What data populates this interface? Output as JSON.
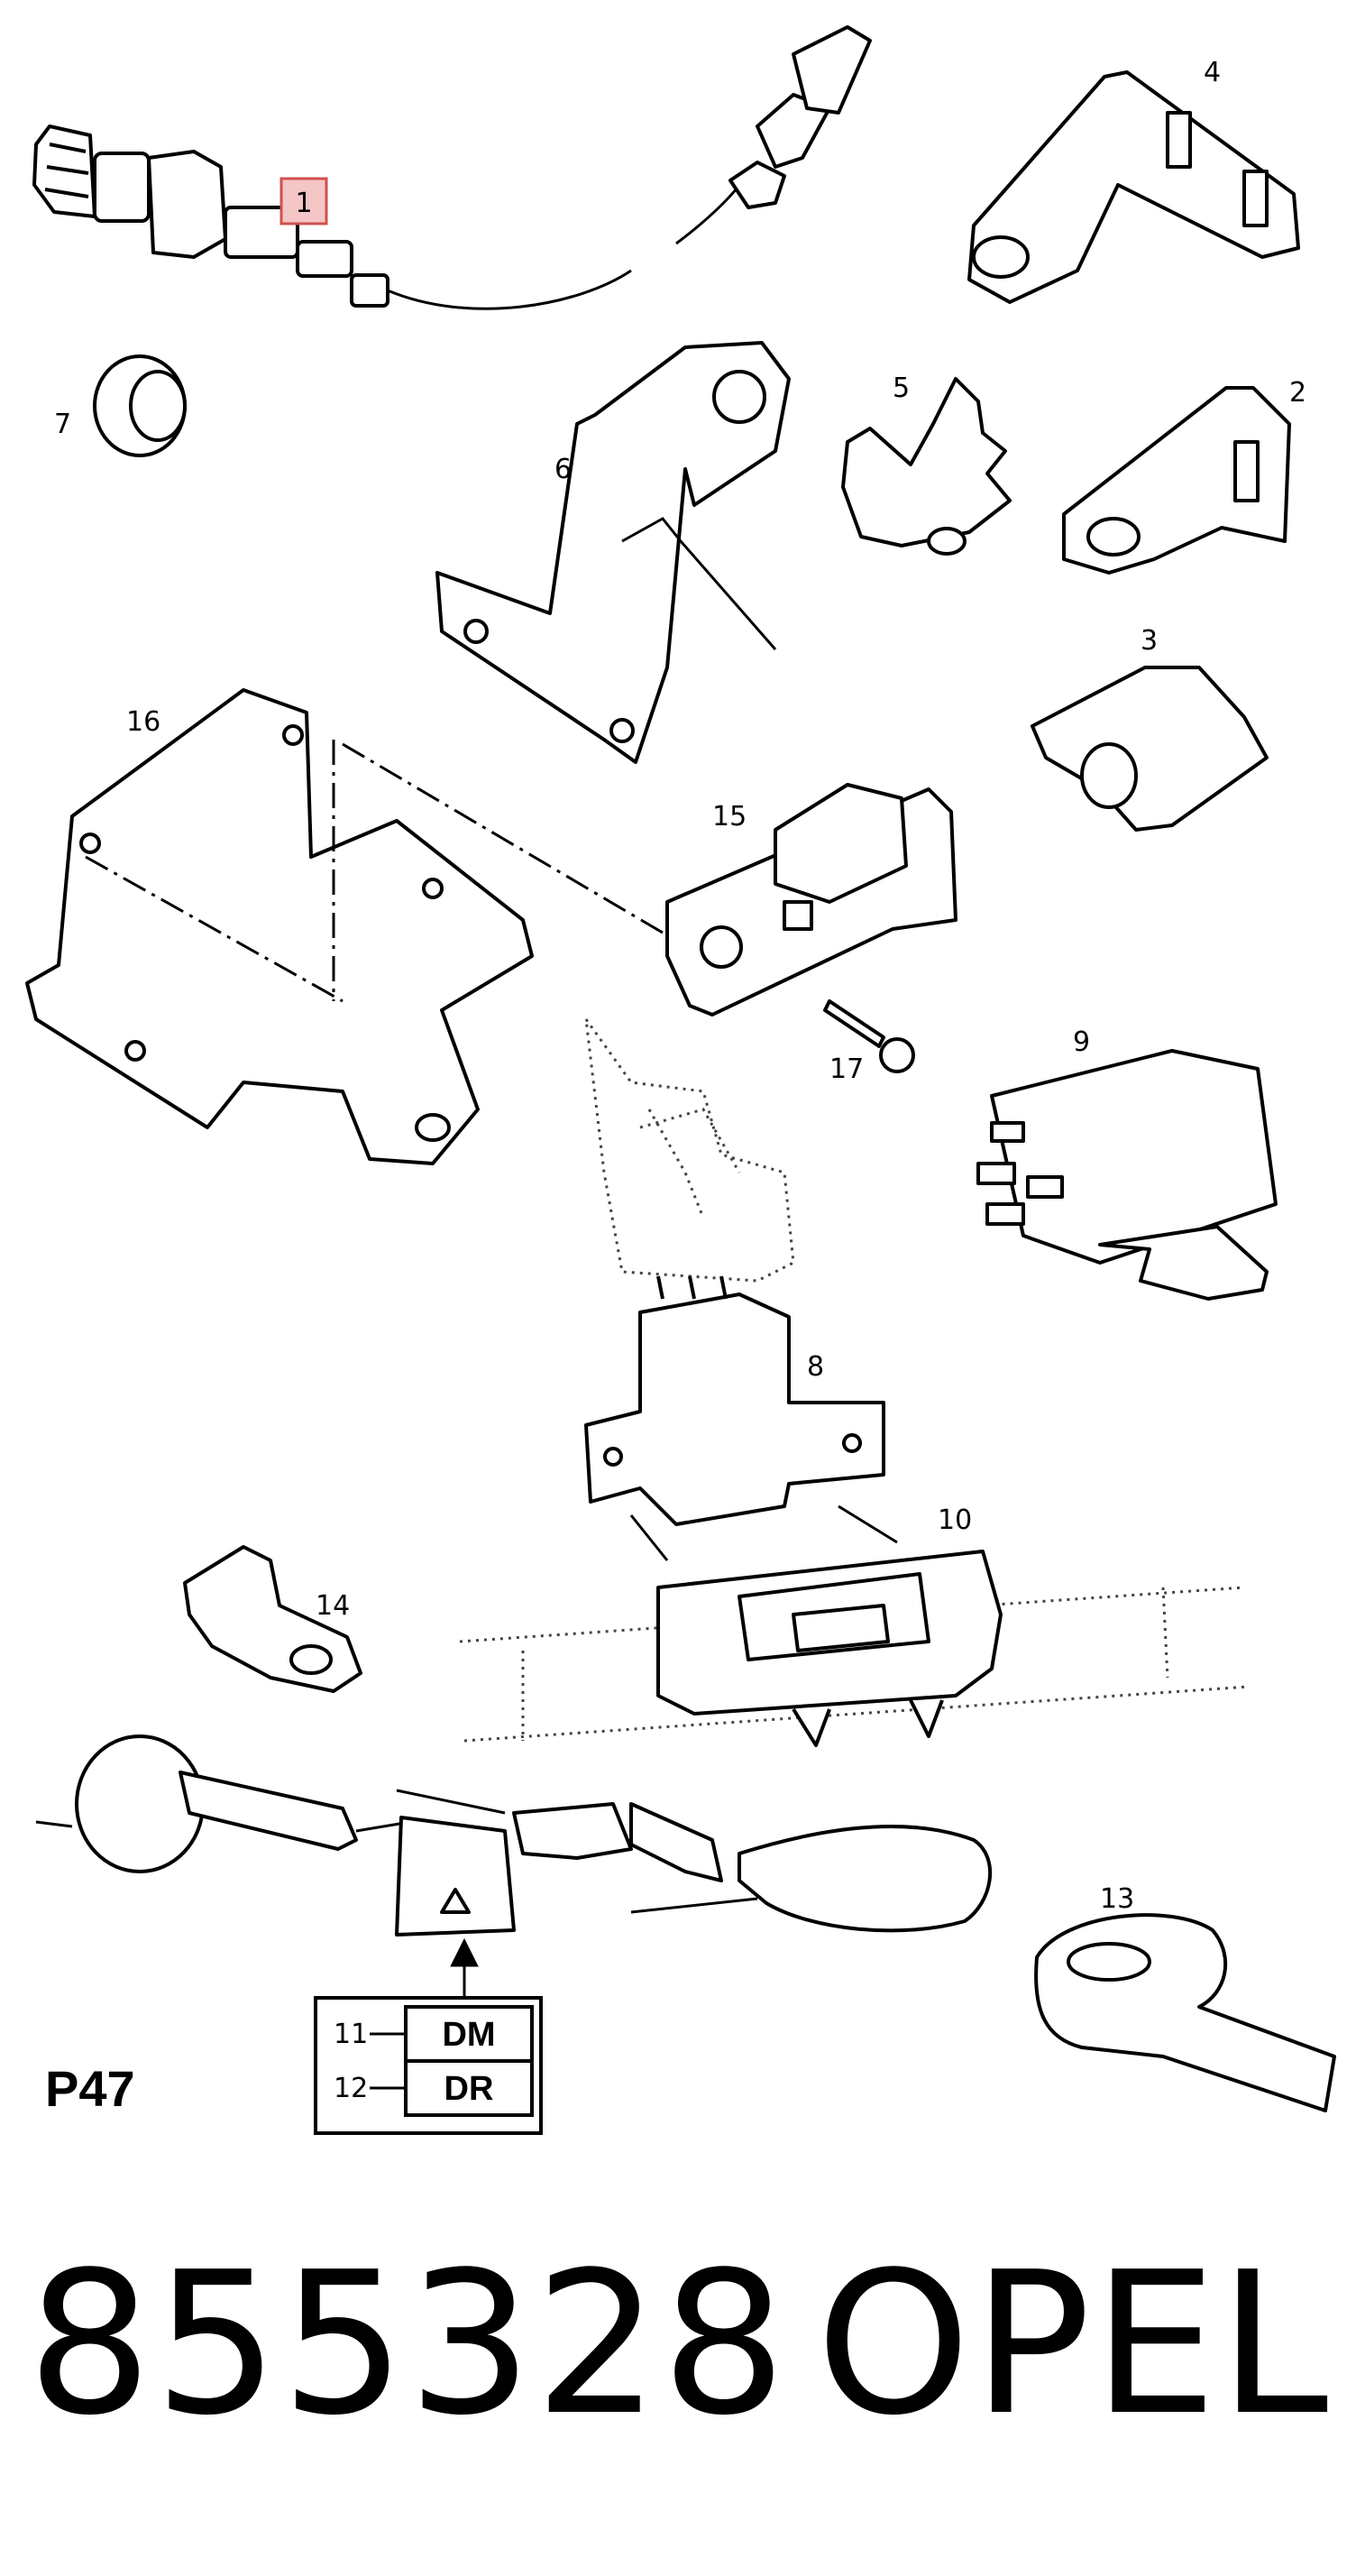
{
  "diagram": {
    "callouts": [
      "1",
      "2",
      "3",
      "4",
      "5",
      "6",
      "7",
      "8",
      "9",
      "10",
      "13",
      "14",
      "15",
      "16",
      "17"
    ],
    "highlighted_callout": "1",
    "highlight_color": "#f4c6c6",
    "highlight_border": "#d05050",
    "option_box": {
      "rows": [
        {
          "ref": "11",
          "code": "DM"
        },
        {
          "ref": "12",
          "code": "DR"
        }
      ]
    },
    "page_code": "P47"
  },
  "footer": {
    "part_number": "855328",
    "brand": "OPEL"
  }
}
